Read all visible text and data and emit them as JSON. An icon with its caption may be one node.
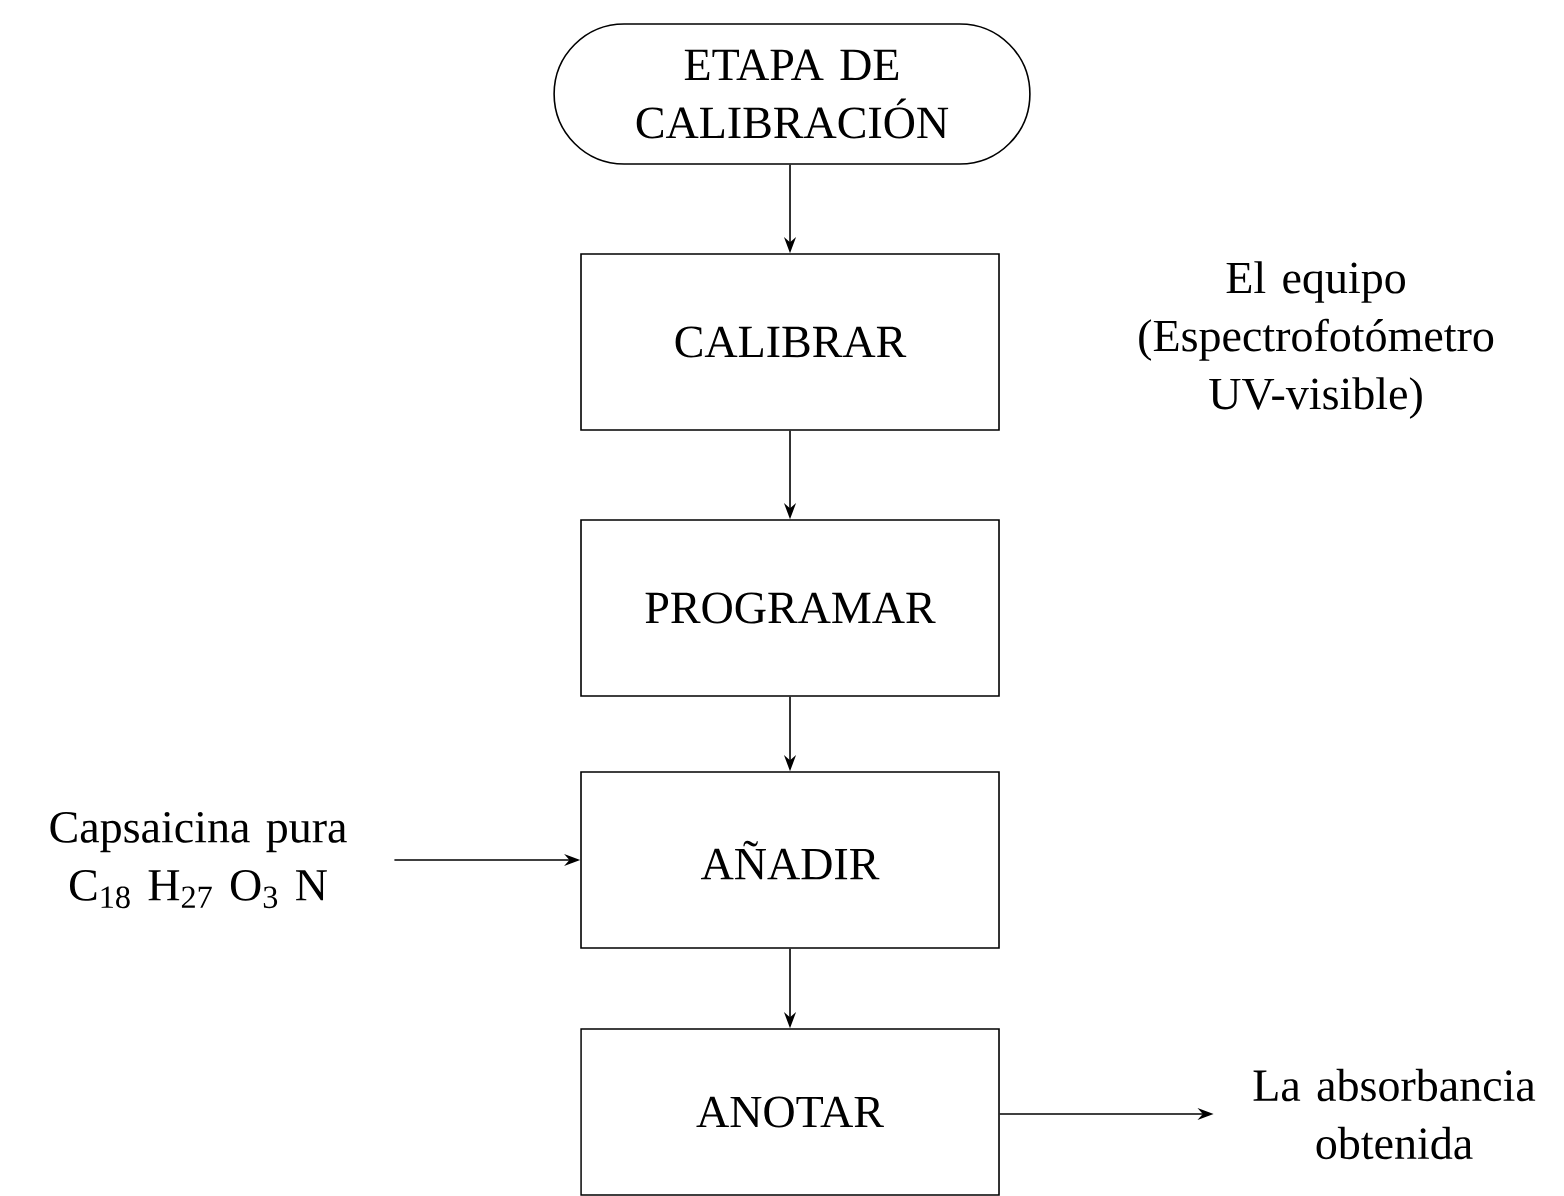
{
  "diagram": {
    "nodes": [
      {
        "text": [
          "ETAPA DE CALIBRACIÓN"
        ]
      },
      {
        "text": [
          "CALIBRAR"
        ]
      },
      {
        "text": [
          "PROGRAMAR"
        ]
      },
      {
        "text": [
          "AÑADIR"
        ]
      },
      {
        "text": [
          "ANOTAR"
        ]
      },
      {
        "text": [
          "Capsaicina pura C$_{18}$ H$_{27}$ O$_{3}$ N"
        ]
      },
      {
        "text": [
          "La absorbancia obtenida"
        ]
      }
    ],
    "edges": [
      {
        "from": 0,
        "to": 1,
        "arrow": "to"
      },
      {
        "from": 1,
        "to": 2,
        "arrow": "to"
      },
      {
        "from": 2,
        "to": 3,
        "arrow": "to"
      },
      {
        "from": 3,
        "to": 4,
        "arrow": "to"
      },
      {
        "from": 5,
        "to": 3,
        "arrow": "to"
      },
      {
        "from": 4,
        "to": 6,
        "arrow": "to"
      }
    ],
    "labels": [
      "El equipo (Espectrofotómetro UV-visible)"
    ]
  }
}
